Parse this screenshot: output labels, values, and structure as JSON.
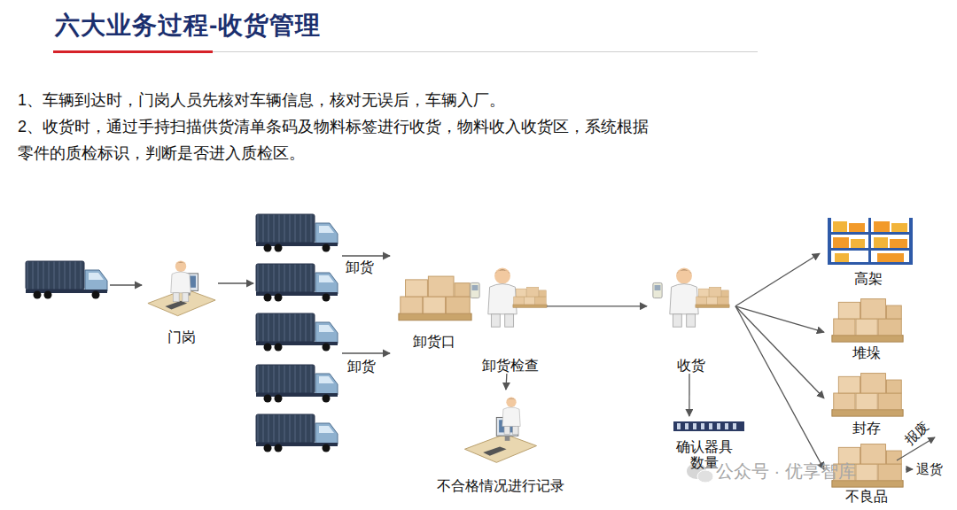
{
  "diagram": {
    "title": "六大业务过程-收货管理",
    "nodes": [
      {
        "text": [
          "门岗"
        ]
      },
      {
        "text": [
          "卸货口"
        ]
      },
      {
        "text": [
          "卸货检查"
        ]
      },
      {
        "text": [
          "不合格情况进行记录"
        ]
      },
      {
        "text": [
          "收货"
        ]
      },
      {
        "text": [
          "确认器具数量"
        ]
      },
      {
        "text": [
          "高架"
        ]
      },
      {
        "text": [
          "堆垛"
        ]
      },
      {
        "text": [
          "封存"
        ]
      },
      {
        "text": [
          "不良品"
        ]
      }
    ],
    "edges": [
      {
        "from": 2,
        "to": 4,
        "arrow": "to"
      },
      {
        "from": 2,
        "to": 3,
        "arrow": "to"
      },
      {
        "from": 4,
        "to": 5,
        "arrow": "to"
      },
      {
        "from": 4,
        "to": 6,
        "arrow": "to"
      },
      {
        "from": 4,
        "to": 7,
        "arrow": "to"
      },
      {
        "from": 4,
        "to": 8,
        "arrow": "to"
      },
      {
        "from": 4,
        "to": 9,
        "arrow": "to"
      }
    ],
    "labels": [
      "1、车辆到达时，门岗人员先核对车辆信息，核对无误后，车辆入厂。",
      "2、收货时，通过手持扫描供货清单条码及物料标签进行收货，物料收入收货区，系统根据零件的质检标识，判断是否进入质检区。",
      "卸货",
      "卸货",
      "报废",
      "退货",
      "公众号 · 优享智库"
    ]
  }
}
